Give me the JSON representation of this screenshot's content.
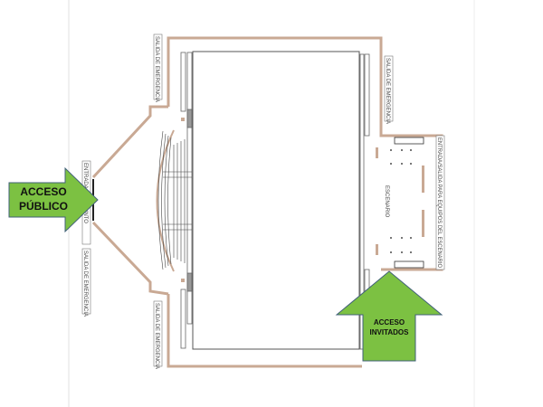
{
  "plan": {
    "labels": {
      "exit_top_left": "SALIDA DE EMERGENCIA",
      "entrance": "ENTRADA DE RECINTO",
      "exit_mid_left": "SALIDA DE EMERGENCIA",
      "exit_bottom_left": "SALIDA DE EMERGENCIA",
      "exit_top_right": "SALIDA DE EMERGENCIA",
      "stage_equipment": "ENTRADA/SALIDA PARA EQUIPOS DEL ESCENARIO",
      "stage": "ESCENARIO"
    },
    "arrows": {
      "public_line1": "ACCESO",
      "public_line2": "PÚBLICO",
      "guests_line1": "ACCESO",
      "guests_line2": "INVITADOS"
    },
    "colors": {
      "wall": "#c9a994",
      "arrow_fill": "#7cc142",
      "arrow_stroke": "#41607a"
    }
  }
}
